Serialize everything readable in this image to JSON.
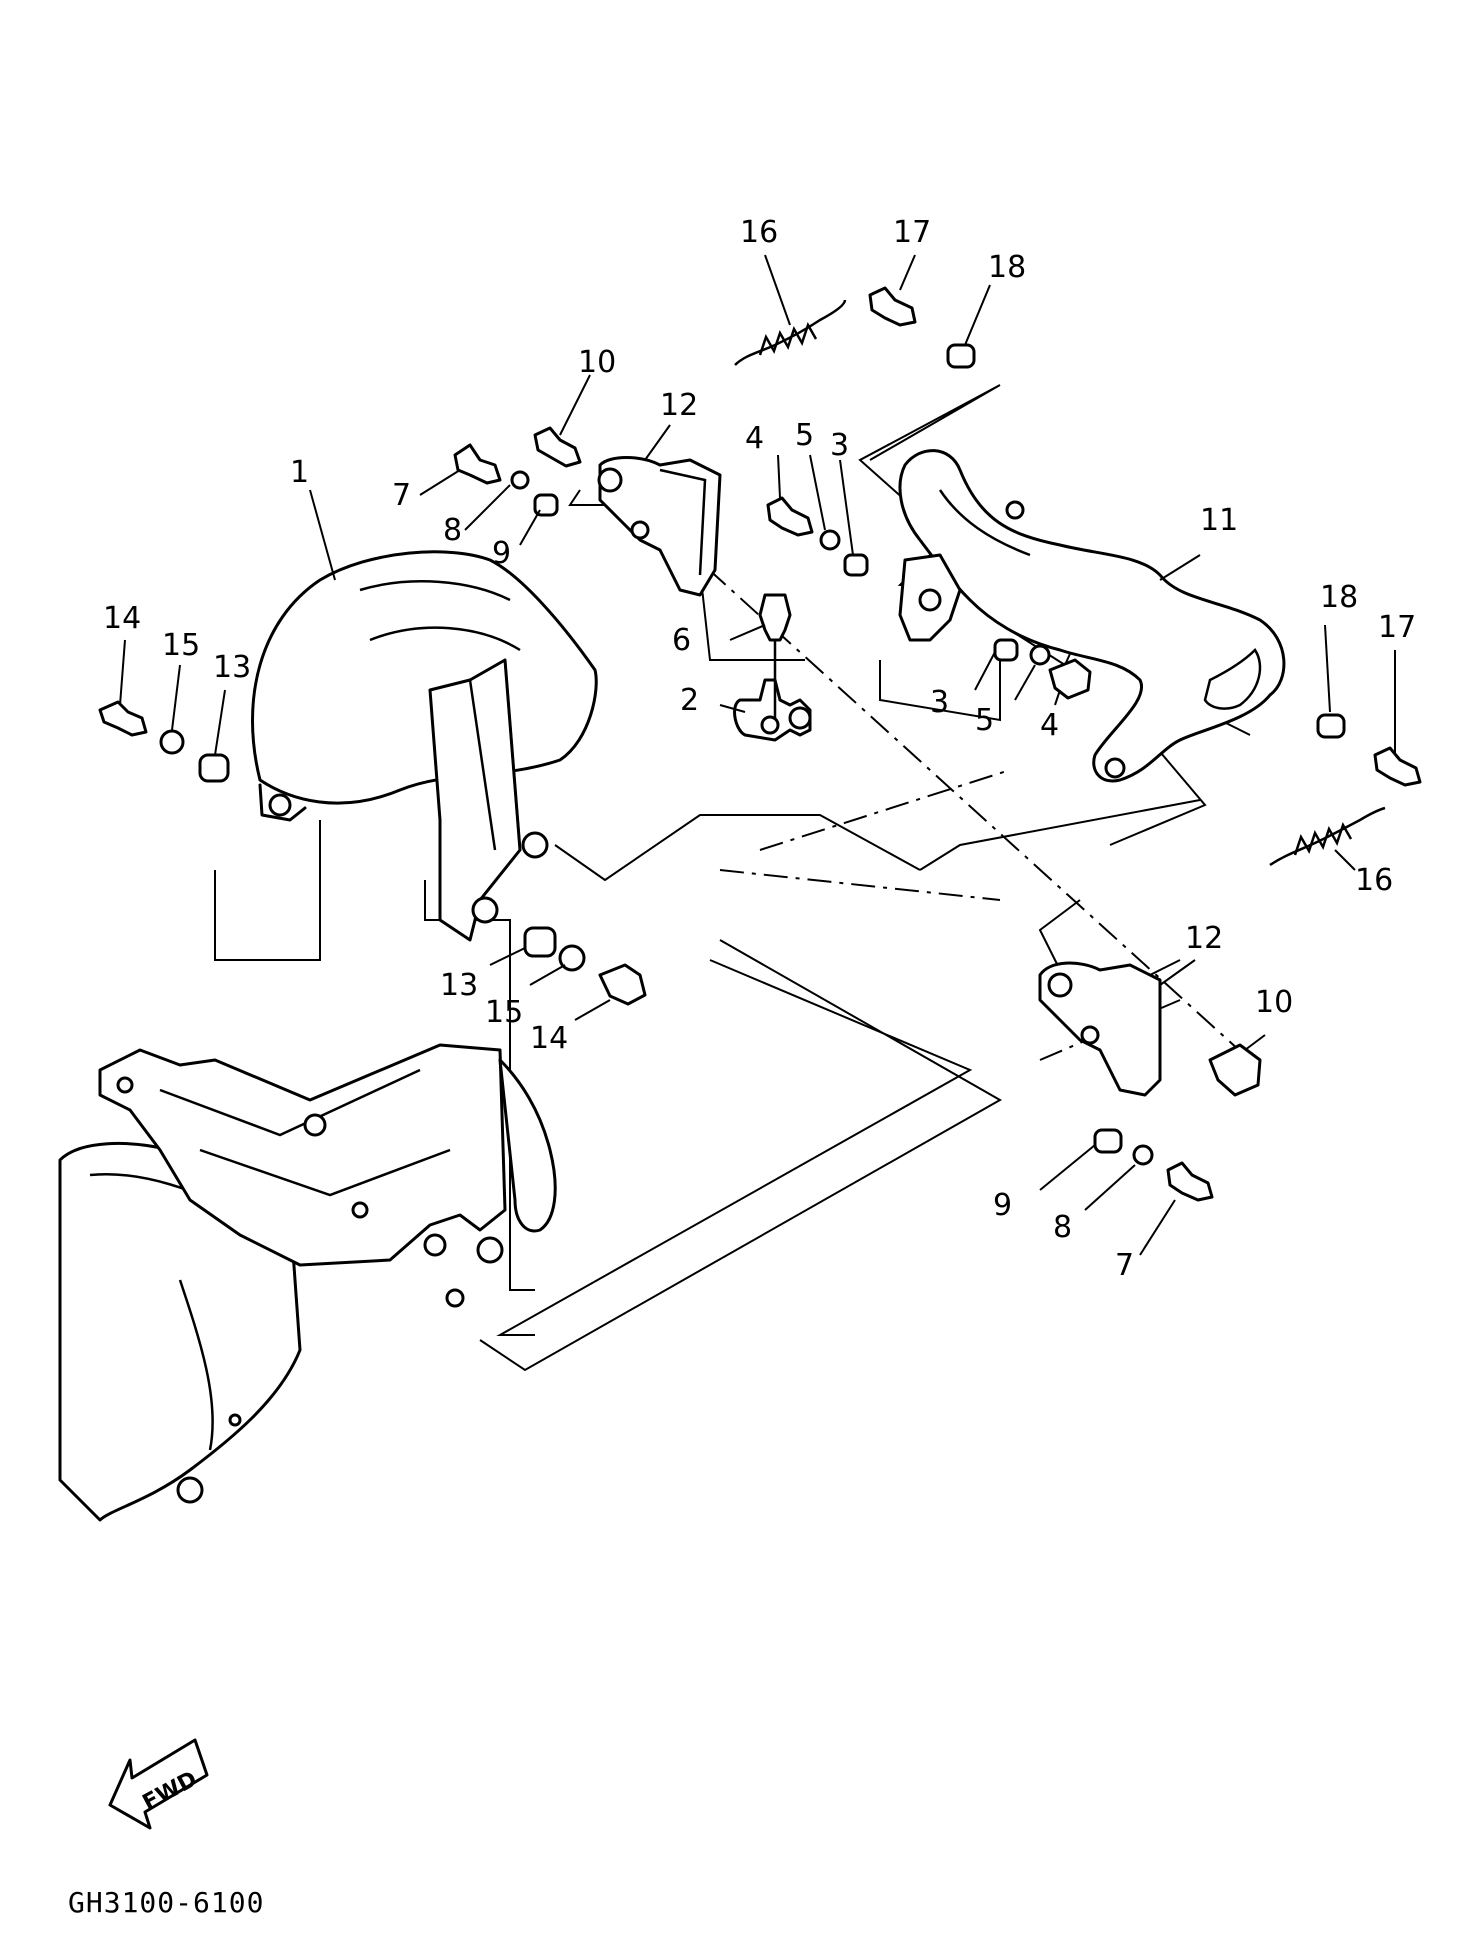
{
  "diagram": {
    "part_number_code": "GH3100-6100",
    "direction_label": "FWD",
    "callouts": [
      {
        "id": "c1",
        "label": "1"
      },
      {
        "id": "c2",
        "label": "2"
      },
      {
        "id": "c3a",
        "label": "3"
      },
      {
        "id": "c3b",
        "label": "3"
      },
      {
        "id": "c4a",
        "label": "4"
      },
      {
        "id": "c4b",
        "label": "4"
      },
      {
        "id": "c5a",
        "label": "5"
      },
      {
        "id": "c5b",
        "label": "5"
      },
      {
        "id": "c6",
        "label": "6"
      },
      {
        "id": "c7a",
        "label": "7"
      },
      {
        "id": "c7b",
        "label": "7"
      },
      {
        "id": "c8a",
        "label": "8"
      },
      {
        "id": "c8b",
        "label": "8"
      },
      {
        "id": "c9a",
        "label": "9"
      },
      {
        "id": "c9b",
        "label": "9"
      },
      {
        "id": "c10a",
        "label": "10"
      },
      {
        "id": "c10b",
        "label": "10"
      },
      {
        "id": "c11",
        "label": "11"
      },
      {
        "id": "c12a",
        "label": "12"
      },
      {
        "id": "c12b",
        "label": "12"
      },
      {
        "id": "c13a",
        "label": "13"
      },
      {
        "id": "c13b",
        "label": "13"
      },
      {
        "id": "c14a",
        "label": "14"
      },
      {
        "id": "c14b",
        "label": "14"
      },
      {
        "id": "c15a",
        "label": "15"
      },
      {
        "id": "c15b",
        "label": "15"
      },
      {
        "id": "c16a",
        "label": "16"
      },
      {
        "id": "c16b",
        "label": "16"
      },
      {
        "id": "c17a",
        "label": "17"
      },
      {
        "id": "c17b",
        "label": "17"
      },
      {
        "id": "c18a",
        "label": "18"
      },
      {
        "id": "c18b",
        "label": "18"
      }
    ]
  }
}
